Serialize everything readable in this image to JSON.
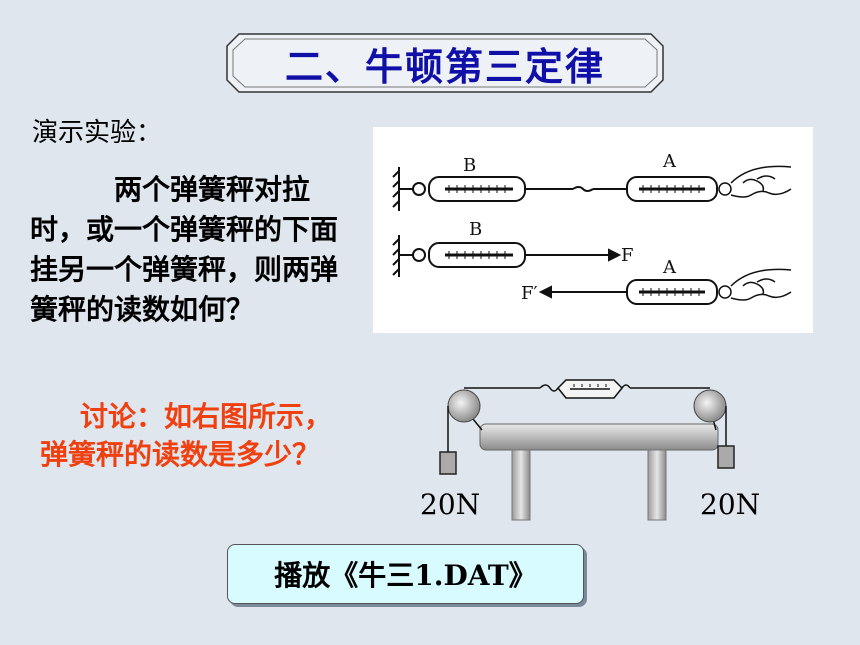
{
  "title": "二、牛顿第三定律",
  "demo_label": "演示实验：",
  "question": "两个弹簧秤对拉时，或一个弹簧秤的下面挂另一个弹簧秤，则两弹簧秤的读数如何？",
  "discussion": "讨论：如右图所示，弹簧秤的读数是多少？",
  "figure1": {
    "label_b_top": "B",
    "label_a_top": "A",
    "label_b_bottom": "B",
    "label_a_bottom": "A",
    "label_f": "F",
    "label_f_prime": "F′"
  },
  "weights": {
    "left": "20N",
    "right": "20N"
  },
  "play_button": "播放《牛三1.DAT》",
  "colors": {
    "title": "#1010a8",
    "discussion": "#f04010",
    "button_bg": "#d8fbff",
    "background": "#dfe6ee"
  }
}
